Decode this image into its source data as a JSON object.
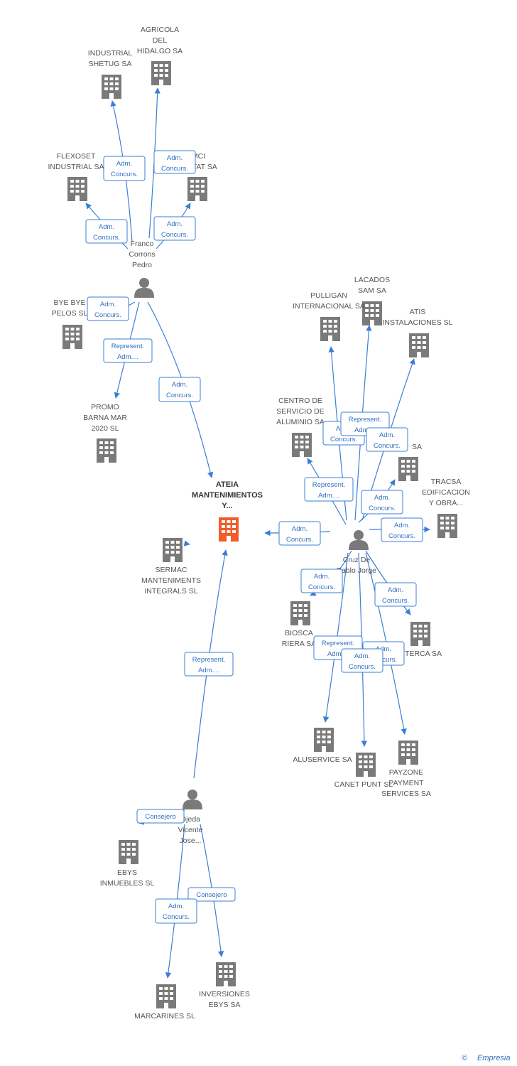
{
  "colors": {
    "edge": "#3a7fd5",
    "building": "#7a7a7a",
    "main_building": "#f25c2a",
    "person": "#7a7a7a"
  },
  "nodes": {
    "agricola": [
      "AGRICOLA",
      "DEL",
      "HIDALGO SA"
    ],
    "industrial_shetug": [
      "INDUSTRIAL",
      "SHETUG SA"
    ],
    "flexoset": [
      "FLEXOSET",
      "INDUSTRIAL SA"
    ],
    "amci": [
      "AMCI",
      "HABITAT SA"
    ],
    "franco": [
      "Franco",
      "Corrons",
      "Pedro"
    ],
    "byebye": [
      "BYE BYE",
      "PELOS SL"
    ],
    "promo": [
      "PROMO",
      "BARNA MAR",
      "2020 SL"
    ],
    "ateia": [
      "ATEIA",
      "MANTENIMIENTOS",
      "Y..."
    ],
    "sermac": [
      "SERMAC",
      "MANTENIMENTS",
      "INTEGRALS SL"
    ],
    "lacados": [
      "LACADOS",
      "SAM SA"
    ],
    "pulligan": [
      "PULLIGAN",
      "INTERNACIONAL SA"
    ],
    "atis": [
      "ATIS",
      "INSTALACIONES SL"
    ],
    "centro": [
      "CENTRO DE",
      "SERVICIO DE",
      "ALUMINIO SA"
    ],
    "sa_partial": [
      "SA"
    ],
    "tracsa": [
      "TRACSA",
      "EDIFICACION",
      "Y OBRA..."
    ],
    "cruz": [
      "Cruz De",
      "Pablo Jorge"
    ],
    "biosca": [
      "BIOSCA",
      "RIERA SA"
    ],
    "terca": [
      "TERCA SA"
    ],
    "aluservice": [
      "ALUSERVICE SA"
    ],
    "canet": [
      "CANET PUNT SL"
    ],
    "payzone": [
      "PAYZONE",
      "PAYMENT",
      "SERVICES SA"
    ],
    "ojeda": [
      "Ojeda",
      "Vicente",
      "Jose..."
    ],
    "ebys_inm": [
      "EBYS",
      "INMUEBLES SL"
    ],
    "marcarines": [
      "MARCARINES SL"
    ],
    "inversiones": [
      "INVERSIONES",
      "EBYS SA"
    ]
  },
  "edge_labels": {
    "adm": [
      "Adm.",
      "Concurs."
    ],
    "rep": [
      "Represent.",
      "Adm...."
    ],
    "consejero": [
      "Consejero"
    ]
  },
  "footer": {
    "copyright": "©",
    "brand": "Empresia"
  }
}
